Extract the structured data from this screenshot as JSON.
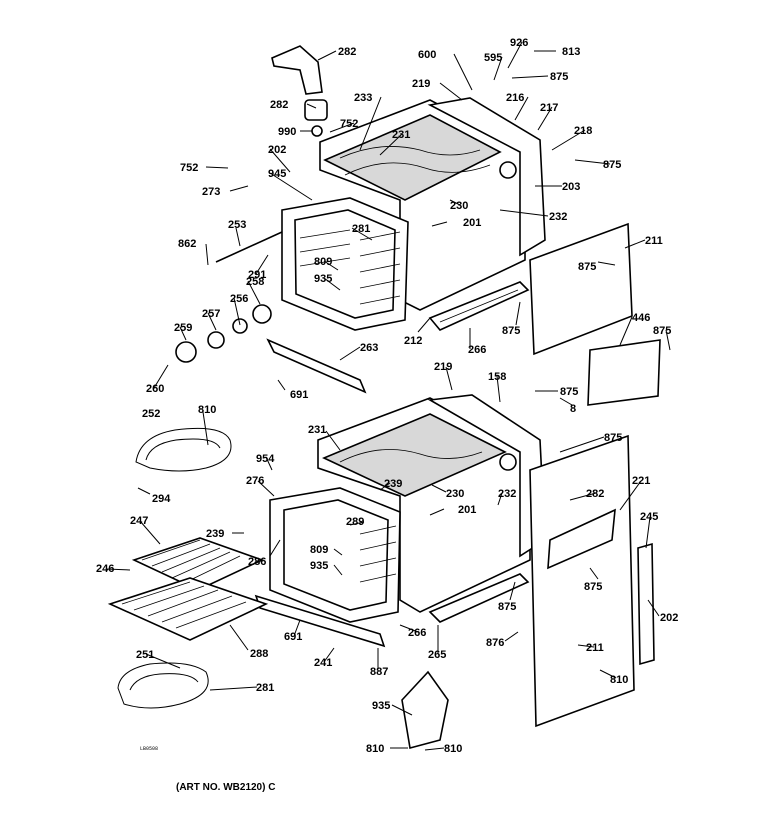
{
  "diagram": {
    "caption": "(ART NO. WB2120) C",
    "corner_code": "LB0508",
    "labels": [
      "282",
      "282",
      "990",
      "752",
      "752",
      "273",
      "202",
      "945",
      "233",
      "231",
      "600",
      "219",
      "595",
      "926",
      "813",
      "875",
      "216",
      "217",
      "218",
      "875",
      "203",
      "232",
      "230",
      "201",
      "281",
      "253",
      "862",
      "291",
      "809",
      "935",
      "211",
      "875",
      "258",
      "256",
      "257",
      "259",
      "260",
      "875",
      "212",
      "266",
      "263",
      "446",
      "875",
      "691",
      "219",
      "158",
      "875",
      "8",
      "252",
      "810",
      "231",
      "875",
      "954",
      "294",
      "276",
      "239",
      "230",
      "232",
      "282",
      "221",
      "247",
      "239",
      "286",
      "289",
      "201",
      "809",
      "935",
      "245",
      "246",
      "875",
      "875",
      "202",
      "266",
      "265",
      "691",
      "241",
      "288",
      "887",
      "876",
      "211",
      "810",
      "251",
      "281",
      "935",
      "810"
    ]
  }
}
